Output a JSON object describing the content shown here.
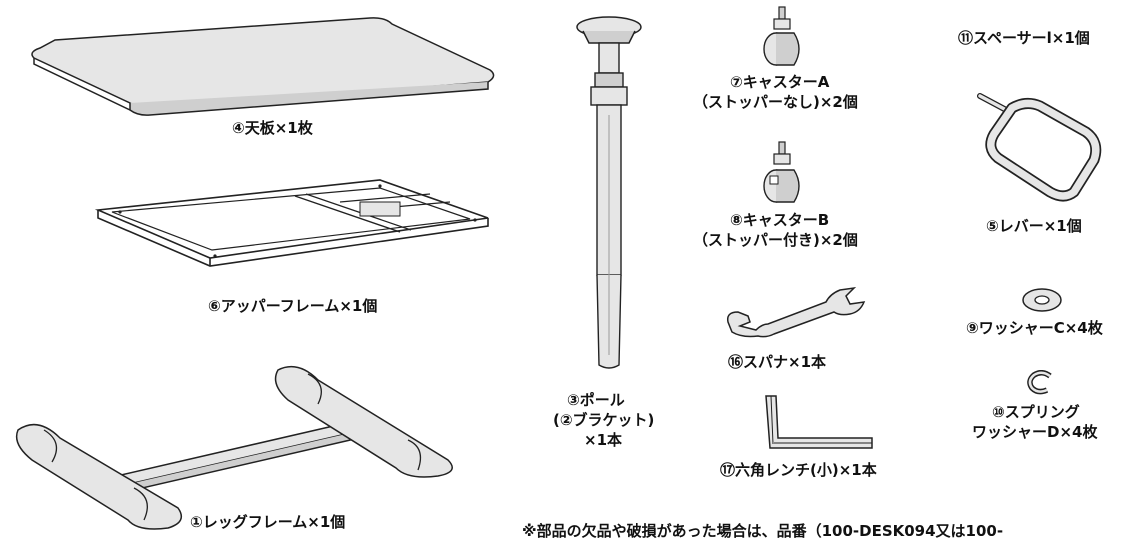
{
  "colors": {
    "stroke": "#222222",
    "fill_light": "#e6e6e6",
    "fill_mid": "#cfcfcf"
  },
  "parts": {
    "tabletop": "④天板×1枚",
    "upper_frame": "⑥アッパーフレーム×1個",
    "leg_frame": "①レッグフレーム×1個",
    "pole": [
      "③ポール",
      "(②ブラケット)",
      "×1本"
    ],
    "caster_a": [
      "⑦キャスターA",
      "（ストッパーなし)×2個"
    ],
    "caster_b": [
      "⑧キャスターB",
      "（ストッパー付き)×2個"
    ],
    "spanner": "⑯スパナ×1本",
    "hex_wrench": "⑰六角レンチ(小)×1本",
    "spacer": "⑪スペーサーl×1個",
    "lever": "⑤レバー×1個",
    "washer_c": "⑨ワッシャーC×4枚",
    "spring_washer": [
      "⑩スプリング",
      "ワッシャーD×4枚"
    ]
  },
  "note": "※部品の欠品や破損があった場合は、品番（100-DESK094又は100-"
}
